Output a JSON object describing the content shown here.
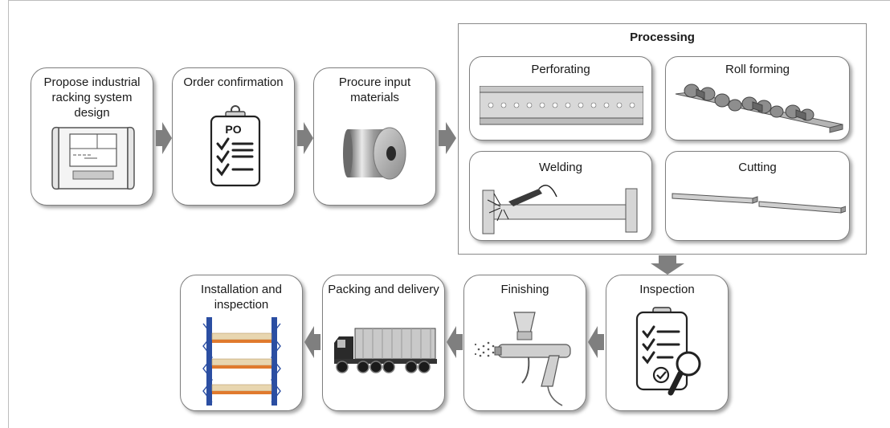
{
  "steps": {
    "propose": "Propose industrial racking system design",
    "order": "Order confirmation",
    "procure": "Procure input materials",
    "inspection": "Inspection",
    "finishing": "Finishing",
    "packing": "Packing and delivery",
    "installation": "Installation and inspection"
  },
  "processing": {
    "title": "Processing",
    "perforating": "Perforating",
    "roll_forming": "Roll forming",
    "welding": "Welding",
    "cutting": "Cutting"
  },
  "po_label": "PO",
  "icons": [
    "blueprint-icon",
    "purchase-order-clipboard-icon",
    "steel-coil-icon",
    "perforated-strip-icon",
    "roll-former-icon",
    "welding-torch-icon",
    "cut-channel-icon",
    "inspection-clipboard-icon",
    "spray-gun-icon",
    "delivery-truck-icon",
    "storage-rack-icon"
  ],
  "colors": {
    "arrow": "#7f7f7f",
    "rack_upright": "#2b4ea2",
    "rack_beam": "#e07a2e",
    "shelf": "#e8d6b0"
  }
}
